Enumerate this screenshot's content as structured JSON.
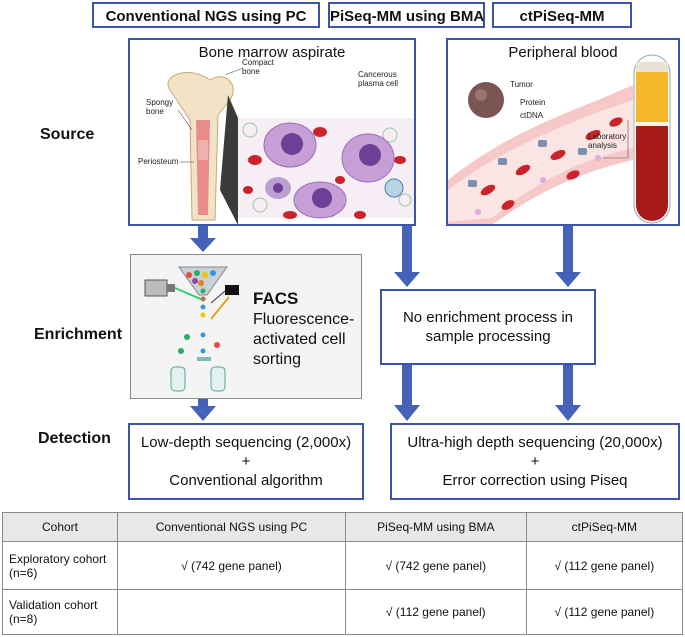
{
  "headers": {
    "col1": "Conventional NGS using PC",
    "col2": "PiSeq-MM using BMA",
    "col3": "ctPiSeq-MM"
  },
  "rows": {
    "source": "Source",
    "enrichment": "Enrichment",
    "detection": "Detection"
  },
  "bma_panel": {
    "title": "Bone marrow aspirate",
    "labels": {
      "compact": "Compact bone",
      "spongy": "Spongy bone",
      "periosteum": "Periosteum",
      "cancerous": "Cancerous plasma cell"
    }
  },
  "blood_panel": {
    "title": "Peripheral blood",
    "labels": {
      "tumor": "Tumor",
      "protein": "Protein",
      "ctdna": "ctDNA",
      "lab": "Laboratory analysis"
    }
  },
  "facs": {
    "title": "FACS",
    "line1": "Fluorescence-",
    "line2": "activated cell",
    "line3": "sorting"
  },
  "no_enrichment": {
    "line1": "No enrichment process in",
    "line2": "sample processing"
  },
  "detection_left": {
    "line1": "Low-depth sequencing (2,000x)",
    "plus": "+",
    "line2": "Conventional algorithm"
  },
  "detection_right": {
    "line1": "Ultra-high depth sequencing (20,000x)",
    "plus": "+",
    "line2": "Error correction using Piseq"
  },
  "table": {
    "headers": [
      "Cohort",
      "Conventional NGS using PC",
      "PiSeq-MM using BMA",
      "ctPiSeq-MM"
    ],
    "rows": [
      {
        "cohort": [
          "Exploratory cohort",
          "(n=6)"
        ],
        "cells": [
          "√ (742 gene panel)",
          "√ (742 gene panel)",
          "√ (112 gene panel)"
        ]
      },
      {
        "cohort": [
          "Validation cohort",
          "(n=8)"
        ],
        "cells": [
          "",
          "√ (112 gene panel)",
          "√ (112 gene panel)"
        ]
      }
    ]
  },
  "colors": {
    "border": "#3a55a8",
    "arrow": "#4462b8",
    "rbc": "#c8242a",
    "plasma_cell": "#b58ac9",
    "nucleus": "#7a4aa0",
    "tube_serum": "#f4b82a",
    "tube_blood": "#a81b1b"
  }
}
